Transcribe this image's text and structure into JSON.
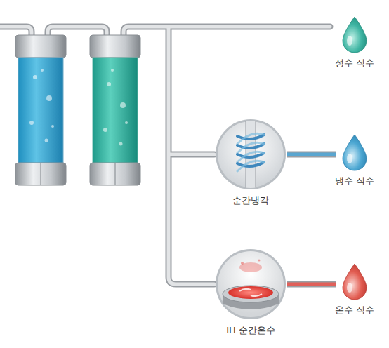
{
  "diagram": {
    "nodes": [
      {
        "text": [
          "정수 직수"
        ]
      },
      {
        "text": [
          "순간냉각"
        ]
      },
      {
        "text": [
          "냉수 직수"
        ]
      },
      {
        "text": [
          "IH 순간온수"
        ]
      },
      {
        "text": [
          "온수 직수"
        ]
      }
    ],
    "edges": [
      {
        "from": 1,
        "to": 2,
        "arrow": "none"
      },
      {
        "from": 3,
        "to": 4,
        "arrow": "none"
      }
    ]
  }
}
